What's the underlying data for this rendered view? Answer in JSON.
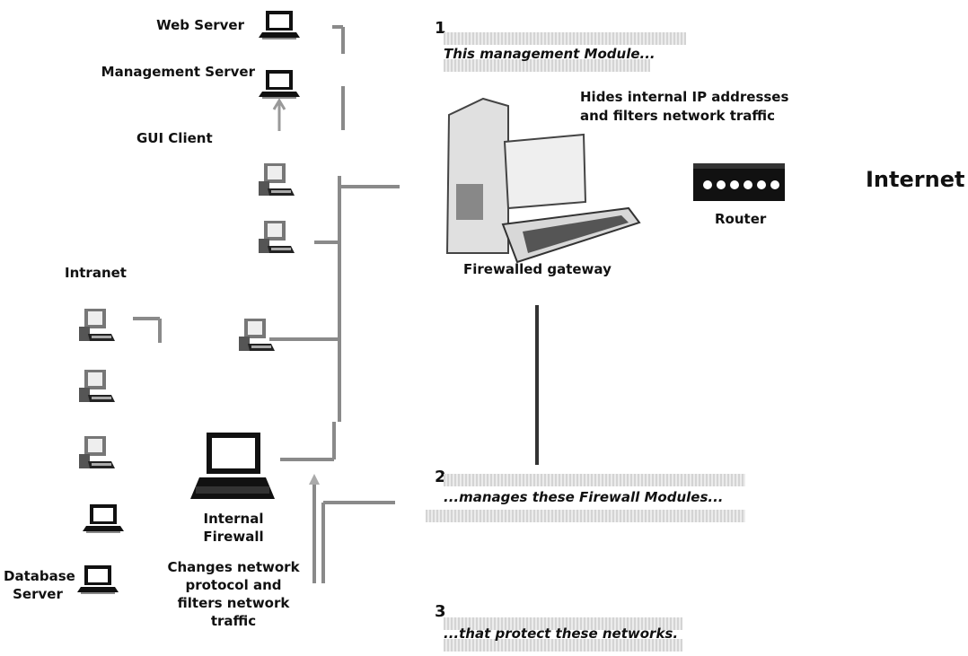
{
  "labels": {
    "web_server": "Web Server",
    "management_server": "Management Server",
    "gui_client": "GUI Client",
    "intranet": "Intranet",
    "database_server_line1": "Database",
    "database_server_line2": "Server",
    "internal_firewall_line1": "Internal",
    "internal_firewall_line2": "Firewall",
    "internal_desc_line1": "Changes network",
    "internal_desc_line2": "protocol and",
    "internal_desc_line3": "filters network",
    "internal_desc_line4": "traffic",
    "gateway_desc_line1": "Hides internal IP addresses",
    "gateway_desc_line2": "and filters network traffic",
    "firewalled_gateway": "Firewalled gateway",
    "router": "Router",
    "internet": "Internet"
  },
  "steps": [
    {
      "number": "1",
      "text": "This management Module..."
    },
    {
      "number": "2",
      "text": "...manages these Firewall Modules..."
    },
    {
      "number": "3",
      "text": "...that protect these networks."
    }
  ]
}
